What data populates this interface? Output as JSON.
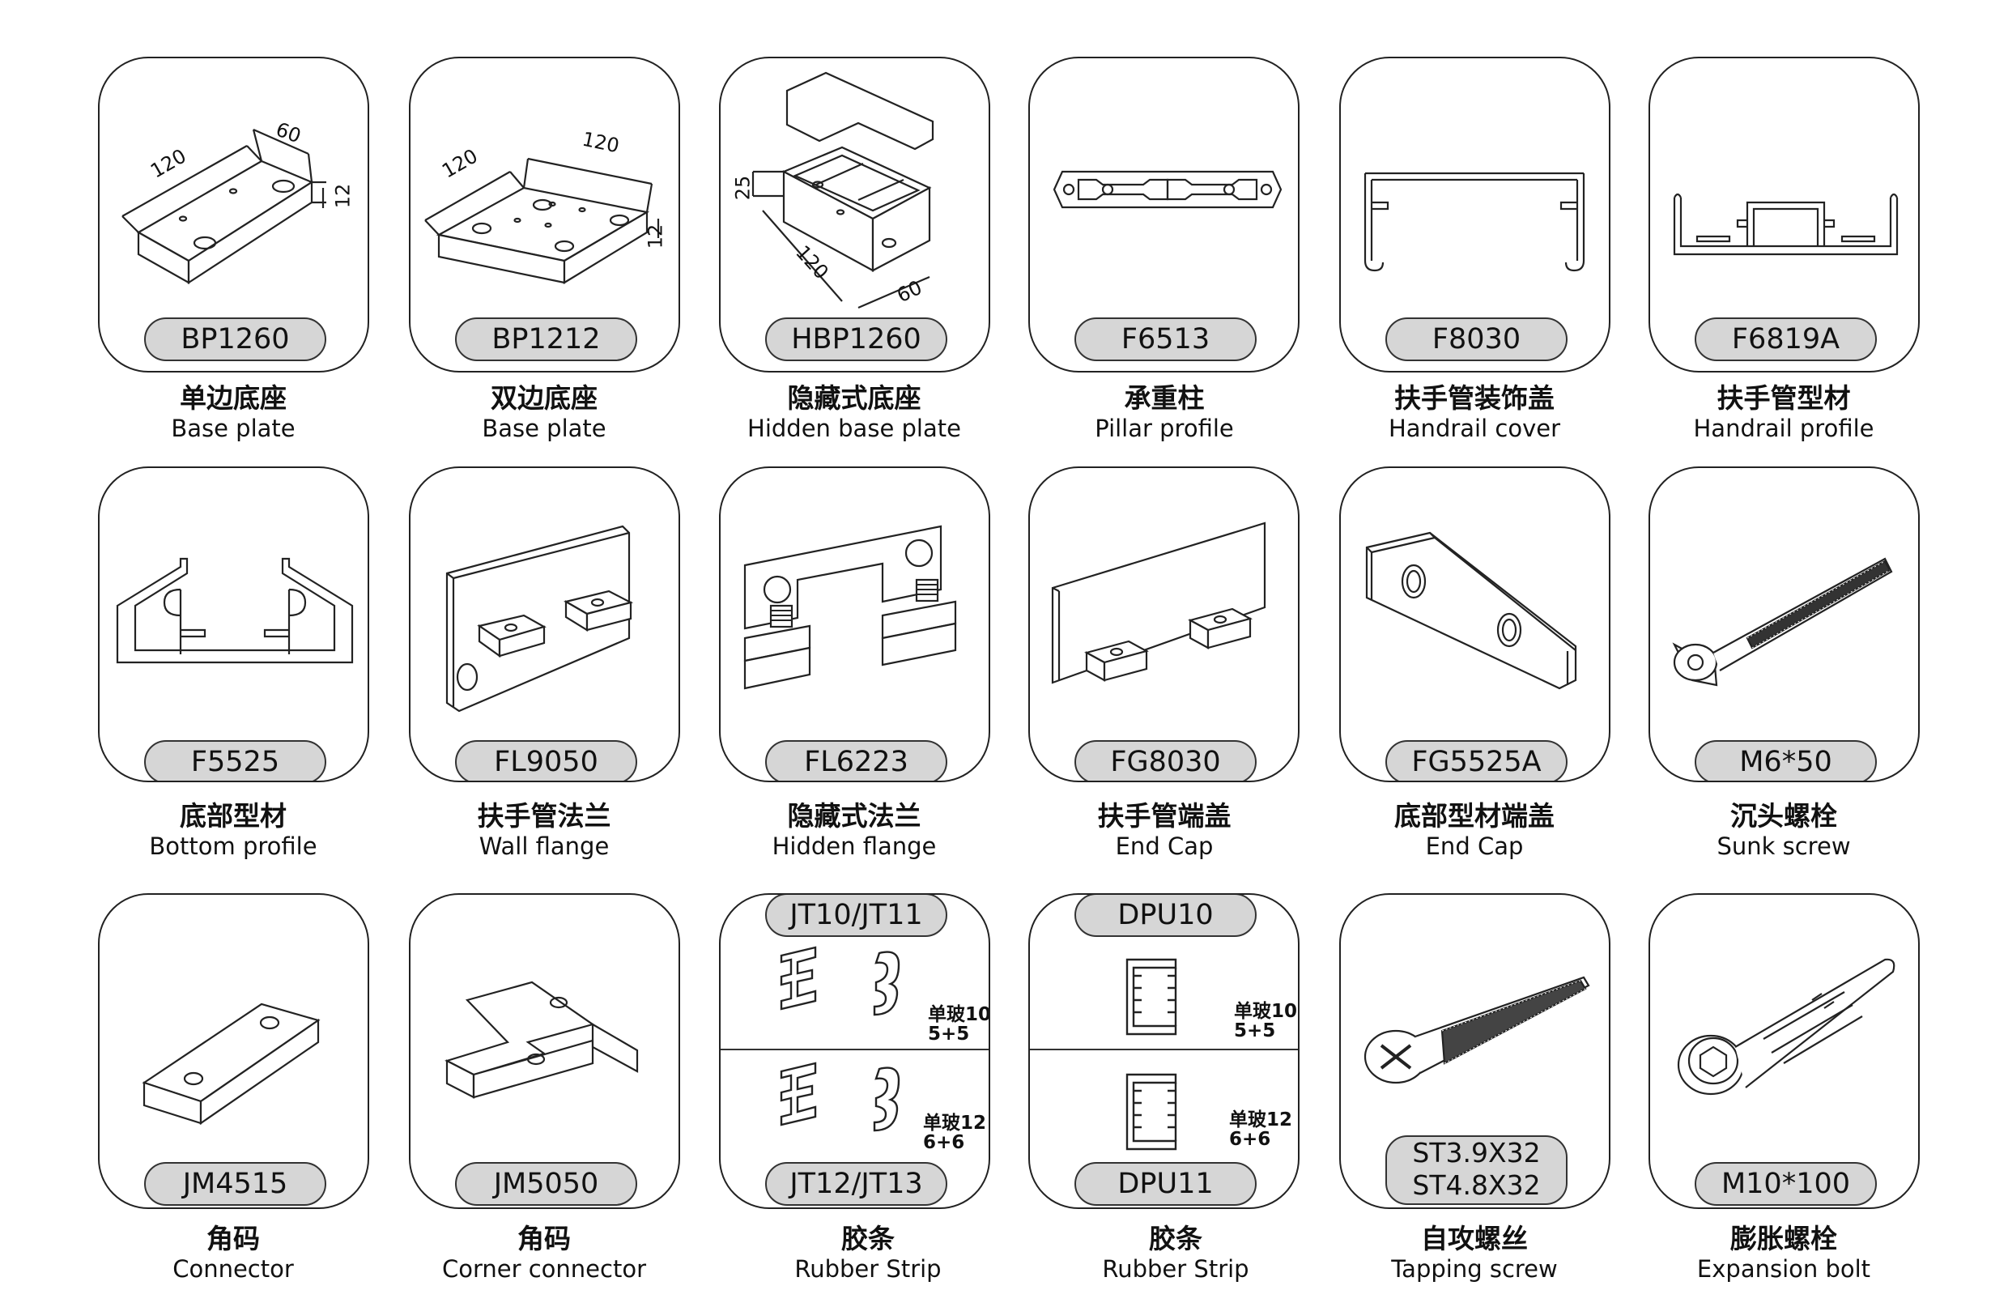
{
  "items": [
    {
      "code": "BP1260",
      "zh": "单边底座",
      "en": "Base plate",
      "icon": "single-side-base-plate-drawing",
      "dims": [
        "120",
        "60",
        "12"
      ]
    },
    {
      "code": "BP1212",
      "zh": "双边底座",
      "en": "Base plate",
      "icon": "double-side-base-plate-drawing",
      "dims": [
        "120",
        "120",
        "12"
      ]
    },
    {
      "code": "HBP1260",
      "zh": "隐藏式底座",
      "en": "Hidden base plate",
      "icon": "hidden-base-plate-drawing",
      "dims": [
        "25",
        "120",
        "60"
      ]
    },
    {
      "code": "F6513",
      "zh": "承重柱",
      "en": "Pillar profile",
      "icon": "pillar-profile-drawing"
    },
    {
      "code": "F8030",
      "zh": "扶手管装饰盖",
      "en": "Handrail cover",
      "icon": "handrail-cover-drawing"
    },
    {
      "code": "F6819A",
      "zh": "扶手管型材",
      "en": "Handrail profile",
      "icon": "handrail-profile-drawing"
    },
    {
      "code": "F5525",
      "zh": "底部型材",
      "en": "Bottom profile",
      "icon": "bottom-profile-drawing"
    },
    {
      "code": "FL9050",
      "zh": "扶手管法兰",
      "en": "Wall flange",
      "icon": "wall-flange-drawing"
    },
    {
      "code": "FL6223",
      "zh": "隐藏式法兰",
      "en": "Hidden flange",
      "icon": "hidden-flange-drawing"
    },
    {
      "code": "FG8030",
      "zh": "扶手管端盖",
      "en": "End Cap",
      "icon": "handrail-end-cap-drawing"
    },
    {
      "code": "FG5525A",
      "zh": "底部型材端盖",
      "en": "End Cap",
      "icon": "bottom-profile-end-cap-drawing"
    },
    {
      "code": "M6*50",
      "zh": "沉头螺栓",
      "en": "Sunk screw",
      "icon": "countersunk-screw-drawing"
    },
    {
      "code": "JM4515",
      "zh": "角码",
      "en": "Connector",
      "icon": "straight-connector-drawing"
    },
    {
      "code": "JM5050",
      "zh": "角码",
      "en": "Corner connector",
      "icon": "corner-connector-drawing"
    },
    {
      "code_top": "JT10/JT11",
      "code_bottom": "JT12/JT13",
      "zh": "胶条",
      "en": "Rubber Strip",
      "icon": "rubber-strip-jt-drawing",
      "note_top": "单玻10\n5+5",
      "note_bottom": "单玻12\n6+6"
    },
    {
      "code_top": "DPU10",
      "code_bottom": "DPU11",
      "zh": "胶条",
      "en": "Rubber Strip",
      "icon": "rubber-strip-dpu-drawing",
      "note_top": "单玻10\n5+5",
      "note_bottom": "单玻12\n6+6"
    },
    {
      "code": "ST3.9X32\nST4.8X32",
      "zh": "自攻螺丝",
      "en": "Tapping screw",
      "icon": "tapping-screw-drawing"
    },
    {
      "code": "M10*100",
      "zh": "膨胀螺栓",
      "en": "Expansion bolt",
      "icon": "expansion-bolt-drawing"
    }
  ]
}
